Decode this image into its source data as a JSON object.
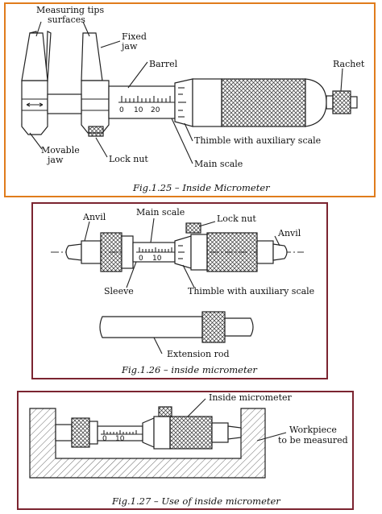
{
  "fig1": {
    "caption": "Fig.1.25 – Inside Micrometer",
    "labels": {
      "measuring_tips": "Measuring tips",
      "surfaces": "surfaces",
      "fixed": "Fixed",
      "jaw": "jaw",
      "barrel": "Barrel",
      "rachet": "Rachet",
      "movable": "Movable",
      "movable_jaw": "jaw",
      "lock_nut": "Lock nut",
      "thimble": "Thimble with auxiliary scale",
      "main_scale": "Main scale"
    },
    "scale_numbers": [
      "0",
      "10",
      "20"
    ]
  },
  "fig2": {
    "caption": "Fig.1.26 – inside micrometer",
    "labels": {
      "anvil_left": "Anvil",
      "main_scale": "Main scale",
      "lock_nut": "Lock nut",
      "anvil_right": "Anvil",
      "sleeve": "Sleeve",
      "thimble": "Thimble with auxiliary scale",
      "extension_rod": "Extension rod"
    },
    "scale_numbers": [
      "0",
      "10"
    ]
  },
  "fig3": {
    "caption": "Fig.1.27 – Use of inside micrometer",
    "labels": {
      "inside_micrometer": "Inside micrometer",
      "workpiece": "Workpiece",
      "to_be_measured": "to be measured"
    },
    "scale_numbers": [
      "0",
      "10"
    ]
  },
  "colors": {
    "fig1_border": "#e07c1c",
    "fig2_border": "#7b2430",
    "fig3_border": "#7b2430"
  }
}
